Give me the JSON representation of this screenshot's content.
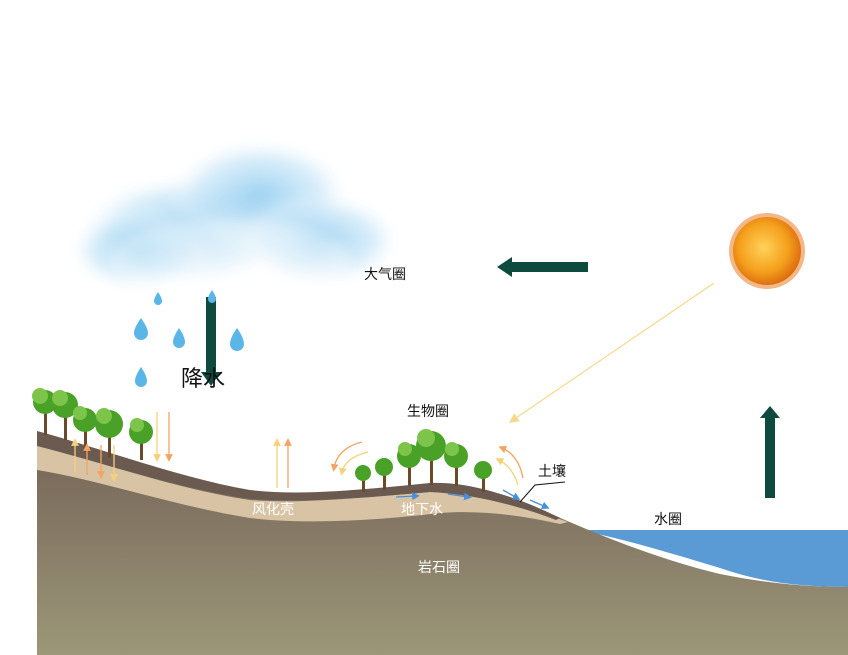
{
  "labels": {
    "atmosphere": "大气圈",
    "precipitation": "降水",
    "biosphere": "生物圈",
    "soil": "土壤",
    "weathering_crust": "风化壳",
    "groundwater": "地下水",
    "hydrosphere": "水圈",
    "lithosphere": "岩石圈"
  },
  "colors": {
    "arrow_dark": "#0f4a3e",
    "sea": "#5b9bd5",
    "rock_top": "#7a675c",
    "rock_bottom": "#9a9578",
    "crust": "#d8c3a5",
    "soil": "#6b5a50",
    "sun": "#f2a21e",
    "sunbeam": "#f7d88a",
    "raindrop": "#5bb6e8",
    "tree_green": "#4aa128",
    "trunk": "#6b4a2b",
    "flow_orange": "#f4a460",
    "flow_yellow": "#f5d27a",
    "flow_blue": "#4a90d9",
    "cloud": "#a9d7f2"
  }
}
